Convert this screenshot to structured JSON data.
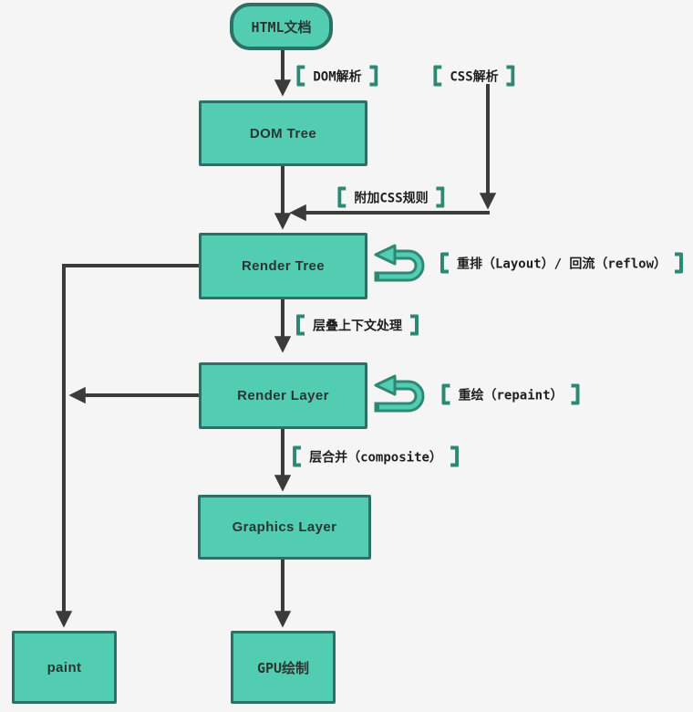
{
  "nodes": {
    "html_doc": "HTML文档",
    "dom_tree": "DOM Tree",
    "render_tree": "Render Tree",
    "render_layer": "Render Layer",
    "graphics_layer": "Graphics Layer",
    "paint": "paint",
    "gpu": "GPU绘制"
  },
  "labels": {
    "dom_parse": "DOM解析",
    "css_parse": "CSS解析",
    "attach_css": "附加CSS规则",
    "reflow": "重排（Layout）/ 回流（reflow）",
    "stacking": "层叠上下文处理",
    "repaint": "重绘（repaint）",
    "composite": "层合并（composite）"
  },
  "colors": {
    "node_fill": "#53cdb2",
    "node_border": "#2e7164",
    "bracket": "#2e8874",
    "arrow": "#3b3b3b",
    "canvas_bg": "#f5f5f5",
    "text_dark": "#2b3634"
  }
}
